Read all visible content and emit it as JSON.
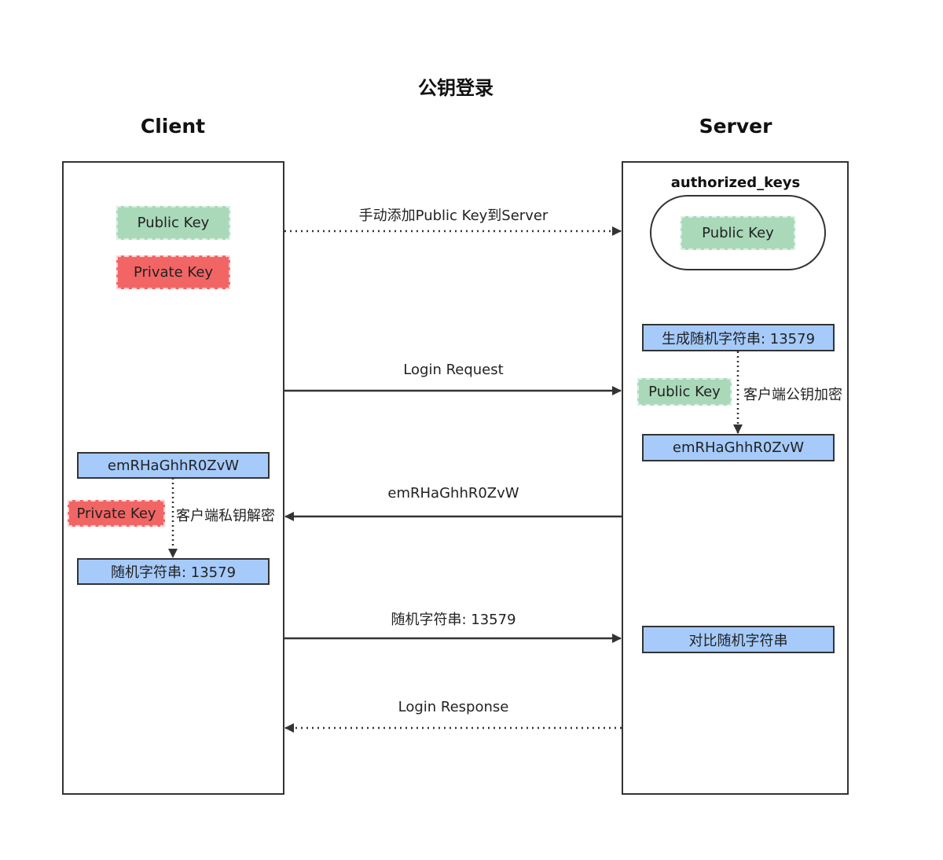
{
  "title": "公钥登录",
  "client": {
    "title": "Client",
    "public_key": "Public Key",
    "private_key": "Private Key",
    "encrypted": "emRHaGhhR0ZvW",
    "decrypt_key": "Private Key",
    "decrypt_label": "客户端私钥解密",
    "decrypted": "随机字符串: 13579"
  },
  "server": {
    "title": "Server",
    "authorized_keys_title": "authorized_keys",
    "stored_public_key": "Public Key",
    "generate": "生成随机字符串: 13579",
    "encrypt_key": "Public Key",
    "encrypt_label": "客户端公钥加密",
    "encrypted": "emRHaGhhR0ZvW",
    "compare": "对比随机字符串"
  },
  "messages": [
    {
      "label": "手动添加Public Key到Server",
      "style": "dotted",
      "direction": "to-server"
    },
    {
      "label": "Login Request",
      "style": "solid",
      "direction": "to-server"
    },
    {
      "label": "emRHaGhhR0ZvW",
      "style": "solid",
      "direction": "to-client"
    },
    {
      "label": "随机字符串: 13579",
      "style": "solid",
      "direction": "to-server"
    },
    {
      "label": "Login Response",
      "style": "dotted",
      "direction": "to-client"
    }
  ],
  "colors": {
    "public_key": "#a9d9b9",
    "private_key": "#f26565",
    "process_box": "#a6cbfa",
    "line": "#333333"
  }
}
